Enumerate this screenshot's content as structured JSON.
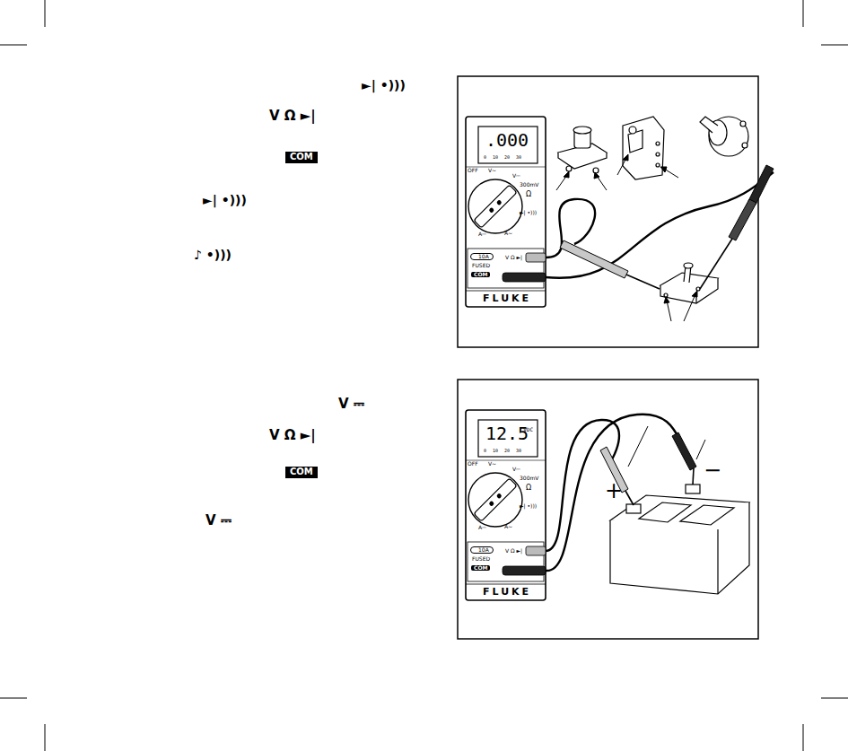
{
  "diagram": {
    "nodes": [
      {
        "text": [
          "COM"
        ]
      },
      {
        "text": [
          ".000",
          "0 10 20 30"
        ]
      },
      {
        "text": [
          "10A"
        ]
      },
      {
        "text": [
          "COM"
        ]
      },
      {
        "text": [
          "COM"
        ]
      },
      {
        "text": [
          "12.5",
          "VDC",
          "0 10 20 30"
        ]
      },
      {
        "text": [
          "10A"
        ]
      },
      {
        "text": [
          "COM"
        ]
      }
    ],
    "labels": [
      "►| •)))",
      "V Ω ►|",
      "►| •)))",
      "♪ •)))",
      "OFF",
      "V~",
      "V⎓",
      "300mV",
      "Ω",
      "►| •)))",
      "A~",
      "A⎓",
      "V Ω ►|",
      "FUSED",
      "FLUKE",
      "V ⎓",
      "V Ω ►|",
      "V ⎓",
      "OFF",
      "V~",
      "V⎓",
      "300mV",
      "Ω",
      "►| •)))",
      "A~",
      "A⎓",
      "V Ω ►|",
      "FUSED",
      "FLUKE",
      "+",
      "−"
    ]
  }
}
